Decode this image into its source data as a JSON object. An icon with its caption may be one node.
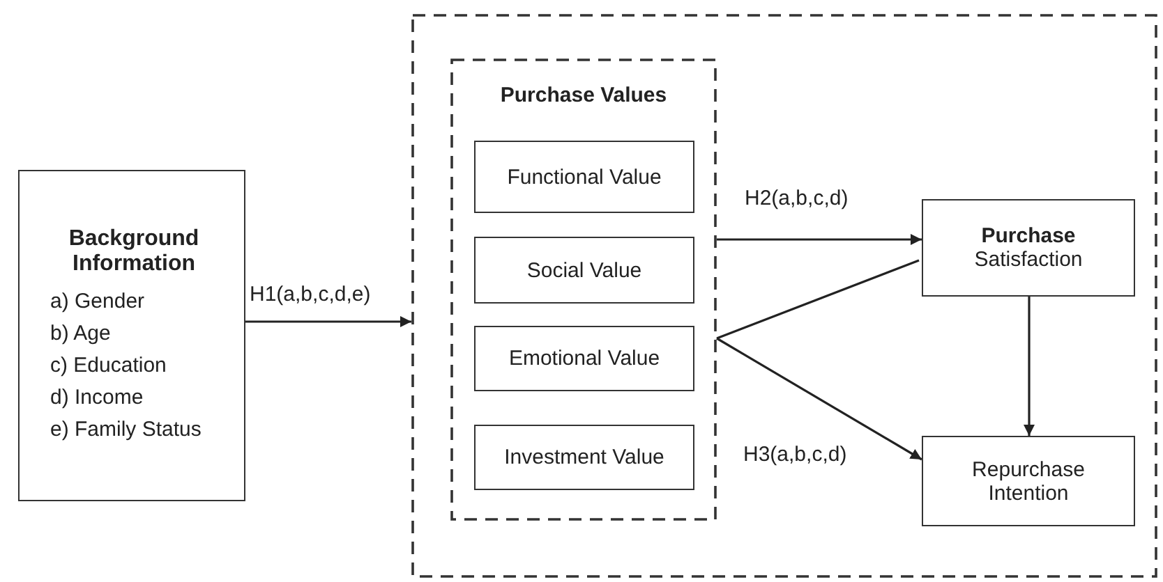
{
  "diagram": {
    "nodes": [
      {
        "text": [
          "Background Information",
          "a) Gender",
          "b) Age",
          "c) Education",
          "d) Income",
          "e) Family Status"
        ]
      },
      {
        "text": [],
        "shape": "box"
      },
      {
        "text": [
          "Purchase Values"
        ],
        "in": 1
      },
      {
        "text": [
          "Functional Value"
        ],
        "in": 2
      },
      {
        "text": [
          "Social Value"
        ],
        "in": 2
      },
      {
        "text": [
          "Emotional Value"
        ],
        "in": 2
      },
      {
        "text": [
          "Investment Value"
        ],
        "in": 2
      },
      {
        "text": [
          "Purchase",
          "Satisfaction"
        ],
        "in": 1
      },
      {
        "text": [
          "Repurchase Intention"
        ],
        "in": 1
      }
    ],
    "edges": [
      {
        "from": 0,
        "to": 1,
        "arrow": "to",
        "label": "H1(a,b,c,d,e)"
      },
      {
        "from": 2,
        "to": 7,
        "arrow": "to",
        "label": "H2(a,b,c,d)"
      },
      {
        "from": 7,
        "to": 2,
        "arrow": "none"
      },
      {
        "from": 2,
        "to": 8,
        "arrow": "to",
        "label": "H3(a,b,c,d)"
      },
      {
        "from": 7,
        "to": 8,
        "arrow": "to"
      }
    ]
  }
}
